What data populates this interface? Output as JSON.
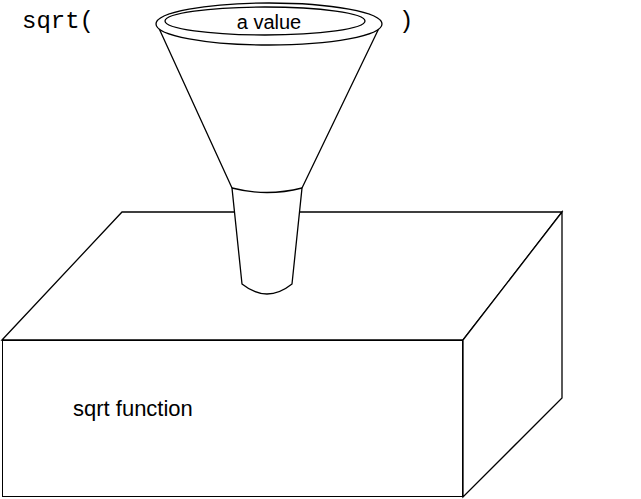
{
  "diagram": {
    "nodes": [
      {
        "text": [
          "a value"
        ]
      },
      {
        "text": [
          "sqrt function"
        ]
      }
    ],
    "labels": [
      "sqrt(",
      ")"
    ]
  }
}
